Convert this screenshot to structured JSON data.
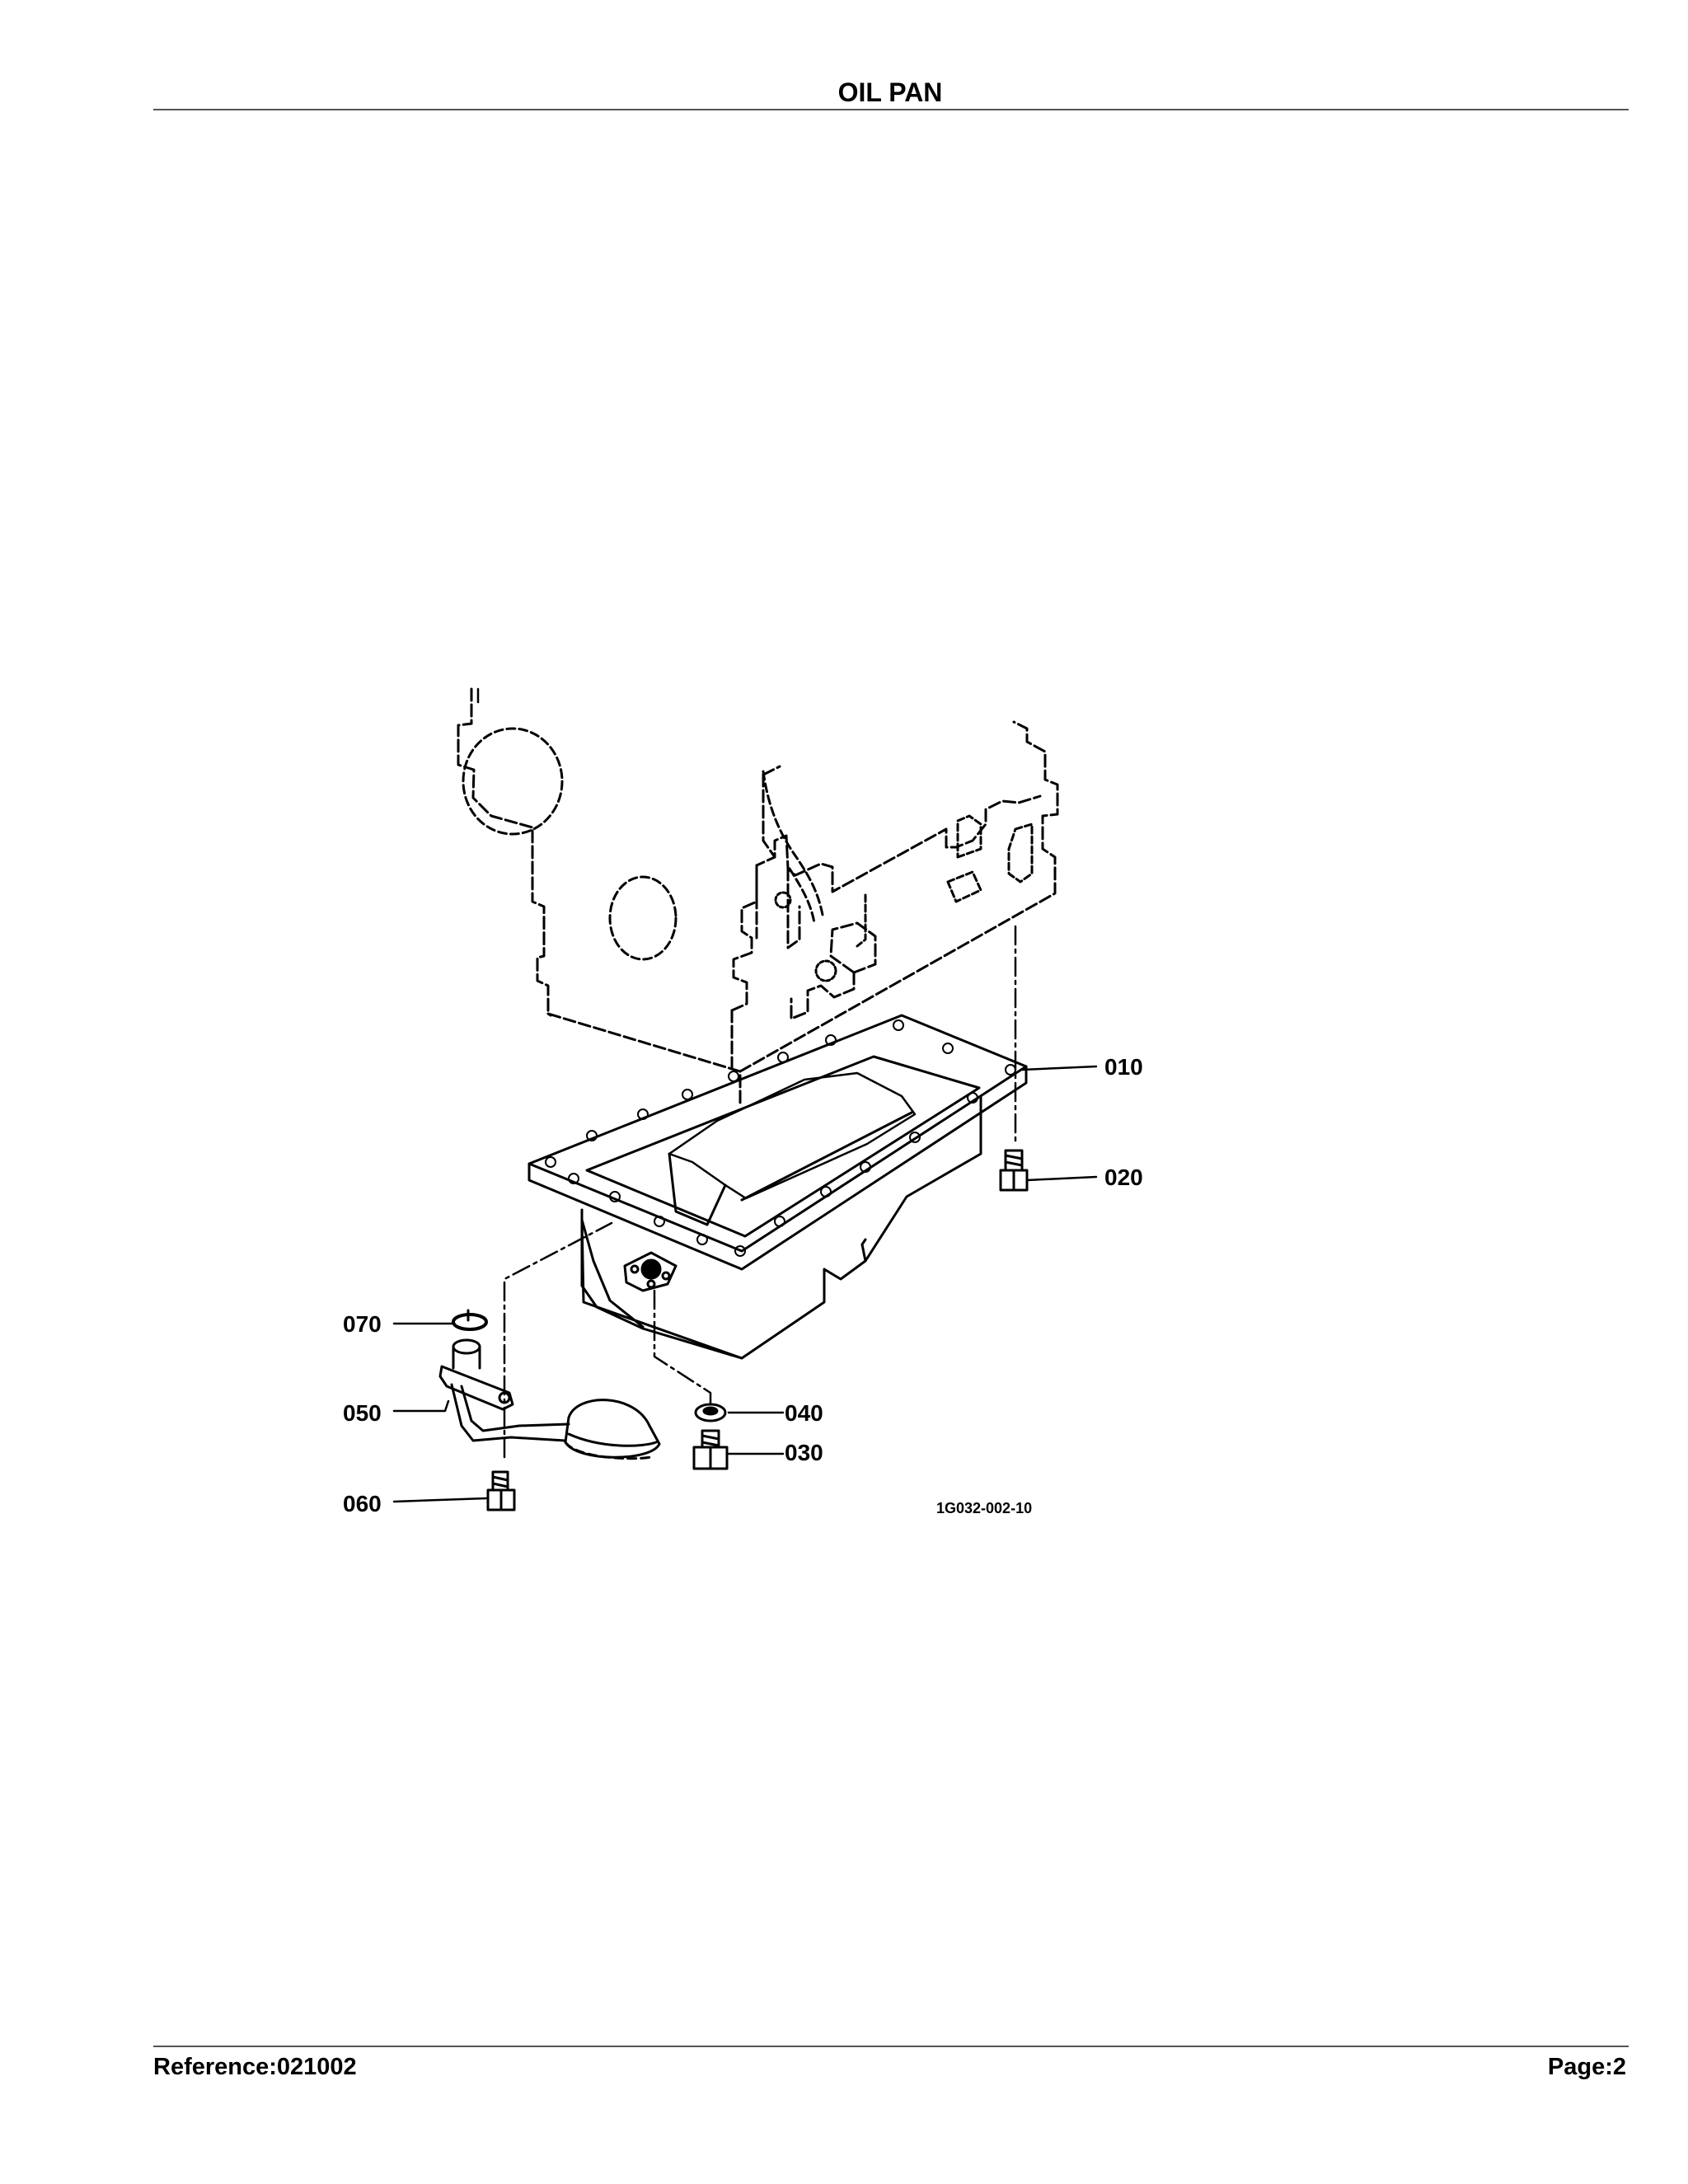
{
  "header": {
    "title": "OIL PAN"
  },
  "figure": {
    "figure_number": "1G032-002-10",
    "callouts": [
      "010",
      "020",
      "030",
      "040",
      "050",
      "060",
      "070"
    ]
  },
  "footer": {
    "reference": "Reference:021002",
    "page": "Page:2"
  }
}
